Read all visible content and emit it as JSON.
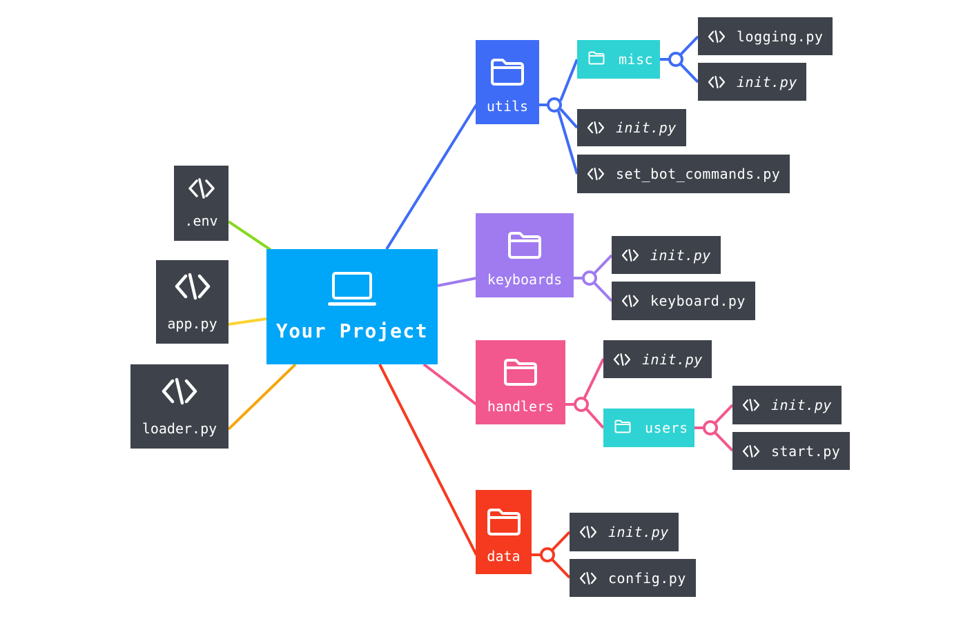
{
  "colors": {
    "root": "#00a6f8",
    "utils": "#3f6cf6",
    "keyboards": "#9f7bef",
    "handlers": "#f2578d",
    "data": "#f53a1f",
    "subfolder": "#2fd3d3",
    "file": "#3e434b",
    "env_line": "#86d81c",
    "app_line": "#fcd22f",
    "loader_line": "#f5a50b"
  },
  "root": {
    "label": "Your Project",
    "icon": "laptop-icon"
  },
  "left_files": [
    {
      "label": ".env",
      "icon": "code-icon"
    },
    {
      "label": "app.py",
      "icon": "code-icon"
    },
    {
      "label": "loader.py",
      "icon": "code-icon"
    }
  ],
  "folders": {
    "utils": {
      "label": "utils",
      "icon": "folder-icon",
      "misc": {
        "label": "misc",
        "icon": "folder-icon",
        "files": [
          "logging.py",
          "init.py"
        ]
      },
      "files": [
        "init.py",
        "set_bot_commands.py"
      ]
    },
    "keyboards": {
      "label": "keyboards",
      "icon": "folder-icon",
      "files": [
        "init.py",
        "keyboard.py"
      ]
    },
    "handlers": {
      "label": "handlers",
      "icon": "folder-icon",
      "files": [
        "init.py"
      ],
      "users": {
        "label": "users",
        "icon": "folder-icon",
        "files": [
          "init.py",
          "start.py"
        ]
      }
    },
    "data": {
      "label": "data",
      "icon": "folder-icon",
      "files": [
        "init.py",
        "config.py"
      ]
    }
  }
}
